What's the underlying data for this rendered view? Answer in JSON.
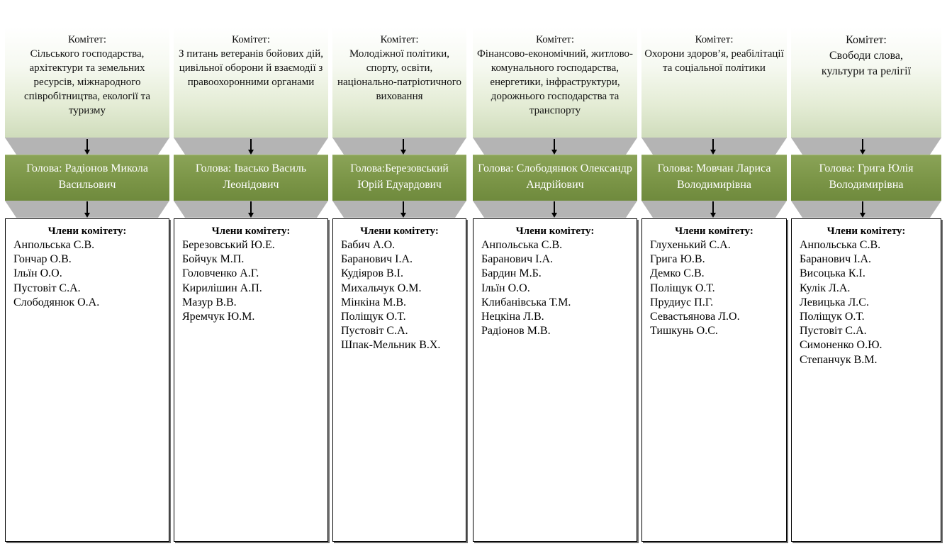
{
  "committees": [
    {
      "caption": "Комітет:",
      "name": "Сільського господарства, архітектури та земельних ресурсів, міжнародного співробітництва, екології та туризму",
      "head": "Голова: Радіонов Микола Васильович",
      "members_title": "Члени комітету:",
      "members": [
        "Анпольська С.В.",
        "Гончар О.В.",
        "Ільїн О.О.",
        "Пустовіт С.А.",
        "Слободянюк О.А."
      ]
    },
    {
      "caption": "Комітет:",
      "name": "З питань ветеранів бойових дій, цивільної оборони й взаємодії з правоохоронними органами",
      "head": "Голова: Івасько Василь Леонідович",
      "members_title": "Члени комітету:",
      "members": [
        "Березовський Ю.Е.",
        "Бойчук М.П.",
        "Головченко А.Г.",
        "Кирилішин А.П.",
        "Мазур В.В.",
        "Яремчук Ю.М."
      ]
    },
    {
      "caption": "Комітет:",
      "name": "Молодіжної політики, спорту, освіти, національно-патріотичного виховання",
      "head": "Голова:Березовський Юрій Едуардович",
      "members_title": "Члени комітету:",
      "members": [
        "Бабич А.О.",
        "Баранович І.А.",
        "Кудіяров В.І.",
        "Михальчук О.М.",
        "Мінкіна М.В.",
        "Поліщук О.Т.",
        "Пустовіт С.А.",
        "Шпак-Мельник В.Х."
      ]
    },
    {
      "caption": "Комітет:",
      "name": "Фінансово-економічний, житлово-комунального господарства, енергетики, інфраструктури, дорожнього господарства та транспорту",
      "head": "Голова: Слободянюк Олександр Андрійович",
      "members_title": "Члени комітету:",
      "members": [
        "Анпольська С.В.",
        "Баранович І.А.",
        "Бардин М.Б.",
        "Ільїн О.О.",
        "Клибанівська Т.М.",
        "Нецкіна Л.В.",
        "Радіонов М.В."
      ]
    },
    {
      "caption": "Комітет:",
      "name": "Охорони здоров’я, реабілітації та соціальної політики",
      "head": "Голова: Мовчан Лариса Володимирівна",
      "members_title": "Члени комітету:",
      "members": [
        "Глухенький С.А.",
        "Грига Ю.В.",
        "Демко С.В.",
        "Поліщук О.Т.",
        "Прудиус П.Г.",
        "Севастьянова Л.О.",
        "Тишкунь О.С."
      ]
    },
    {
      "caption": "Комітет:",
      "name": "Свободи слова, культури та релігії",
      "head": "Голова: Грига Юлія Володимирівна",
      "members_title": "Члени комітету:",
      "members": [
        "Анпольська С.В.",
        "Баранович І.А.",
        "Висоцька К.І.",
        "Кулік Л.А.",
        "Левицька Л.С.",
        "Поліщук О.Т.",
        "Пустовіт  С.А.",
        "Симоненко О.Ю.",
        "Степанчук В.М."
      ]
    }
  ],
  "colors": {
    "header_green": "#7b9547",
    "chevron_gray": "#b4b4b4",
    "title_gradient_end": "#cfdcbb",
    "text": "#000000",
    "header_text": "#ffffff"
  }
}
